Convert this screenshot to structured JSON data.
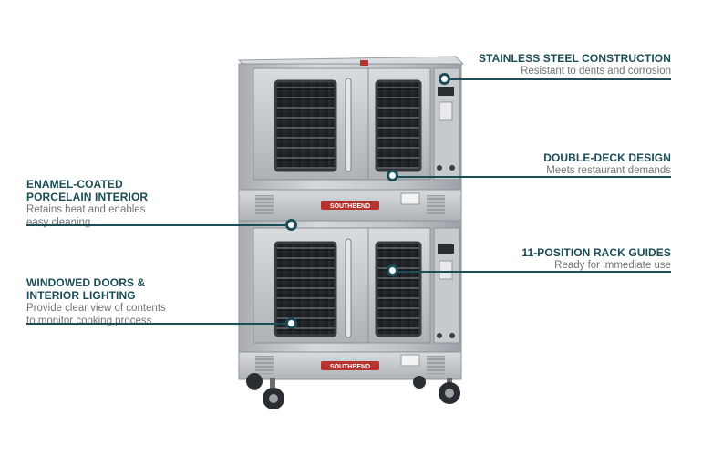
{
  "callouts": {
    "stainless": {
      "title": "STAINLESS STEEL CONSTRUCTION",
      "desc": "Resistant to dents and corrosion"
    },
    "double_deck": {
      "title": "DOUBLE-DECK DESIGN",
      "desc": "Meets restaurant demands"
    },
    "rack": {
      "title": "11-POSITION RACK GUIDES",
      "desc": "Ready for immediate use"
    },
    "enamel": {
      "title_line1": "ENAMEL-COATED",
      "title_line2": "PORCELAIN INTERIOR",
      "desc_line1": "Retains heat and enables",
      "desc_line2": "easy cleaning"
    },
    "windowed": {
      "title_line1": "WINDOWED DOORS &",
      "title_line2": "INTERIOR LIGHTING",
      "desc_line1": "Provide clear view of contents",
      "desc_line2": "to monitor cooking process"
    }
  },
  "product": {
    "brand_label": "SOUTHBEND"
  },
  "colors": {
    "accent": "#1b4d56",
    "steel": "#c9ccd0",
    "brand_red": "#b8332e"
  }
}
